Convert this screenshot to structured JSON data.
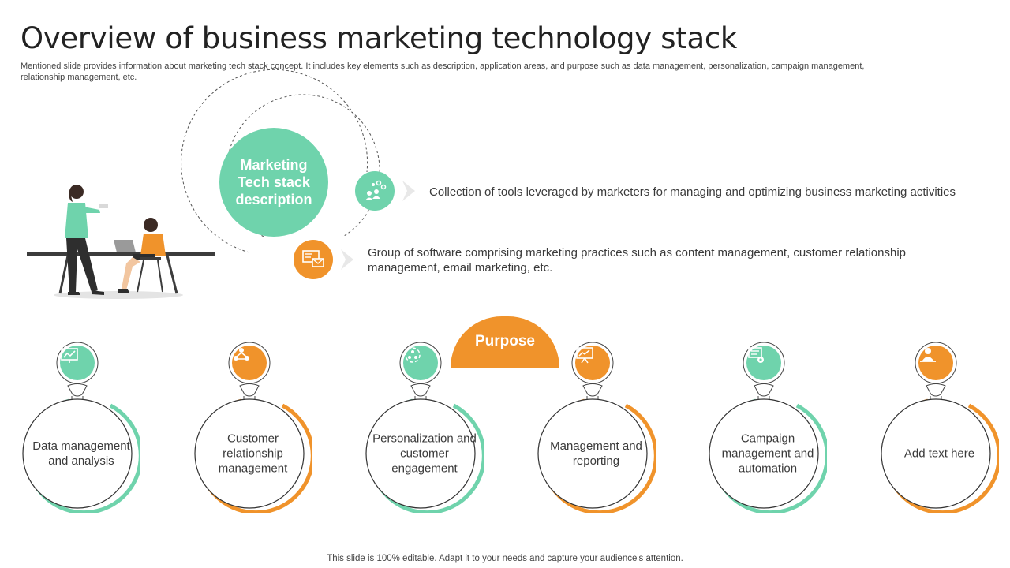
{
  "title": "Overview of business marketing technology stack",
  "subtitle": "Mentioned slide provides information about marketing tech stack concept. It includes key elements such as description, application areas, and purpose such as data management, personalization, campaign management, relationship management, etc.",
  "description": {
    "heading": "Marketing Tech stack description",
    "points": [
      {
        "icon": "network-people-icon",
        "color": "#6fd3ac",
        "text": "Collection of tools leveraged by marketers for managing and optimizing business marketing activities"
      },
      {
        "icon": "email-marketing-icon",
        "color": "#f0932b",
        "text": "Group of software comprising marketing practices such as content management, customer relationship management, email marketing, etc."
      }
    ]
  },
  "purpose": {
    "label": "Purpose",
    "items": [
      {
        "label": "Data management and analysis",
        "icon": "data-analysis-icon",
        "color": "#6fd3ac"
      },
      {
        "label": "Customer relationship management",
        "icon": "customer-network-icon",
        "color": "#f0932b"
      },
      {
        "label": "Personalization and customer engagement",
        "icon": "engagement-cycle-icon",
        "color": "#6fd3ac"
      },
      {
        "label": "Management and reporting",
        "icon": "presentation-board-icon",
        "color": "#f0932b"
      },
      {
        "label": "Campaign management and automation",
        "icon": "campaign-automation-icon",
        "color": "#6fd3ac"
      },
      {
        "label": "Add text here",
        "icon": "user-desk-icon",
        "color": "#f0932b"
      }
    ]
  },
  "footer": "This slide is 100% editable. Adapt it to your needs and capture your audience's attention.",
  "colors": {
    "accent_green": "#6fd3ac",
    "accent_orange": "#f0932b",
    "text": "#3a3a3a"
  }
}
